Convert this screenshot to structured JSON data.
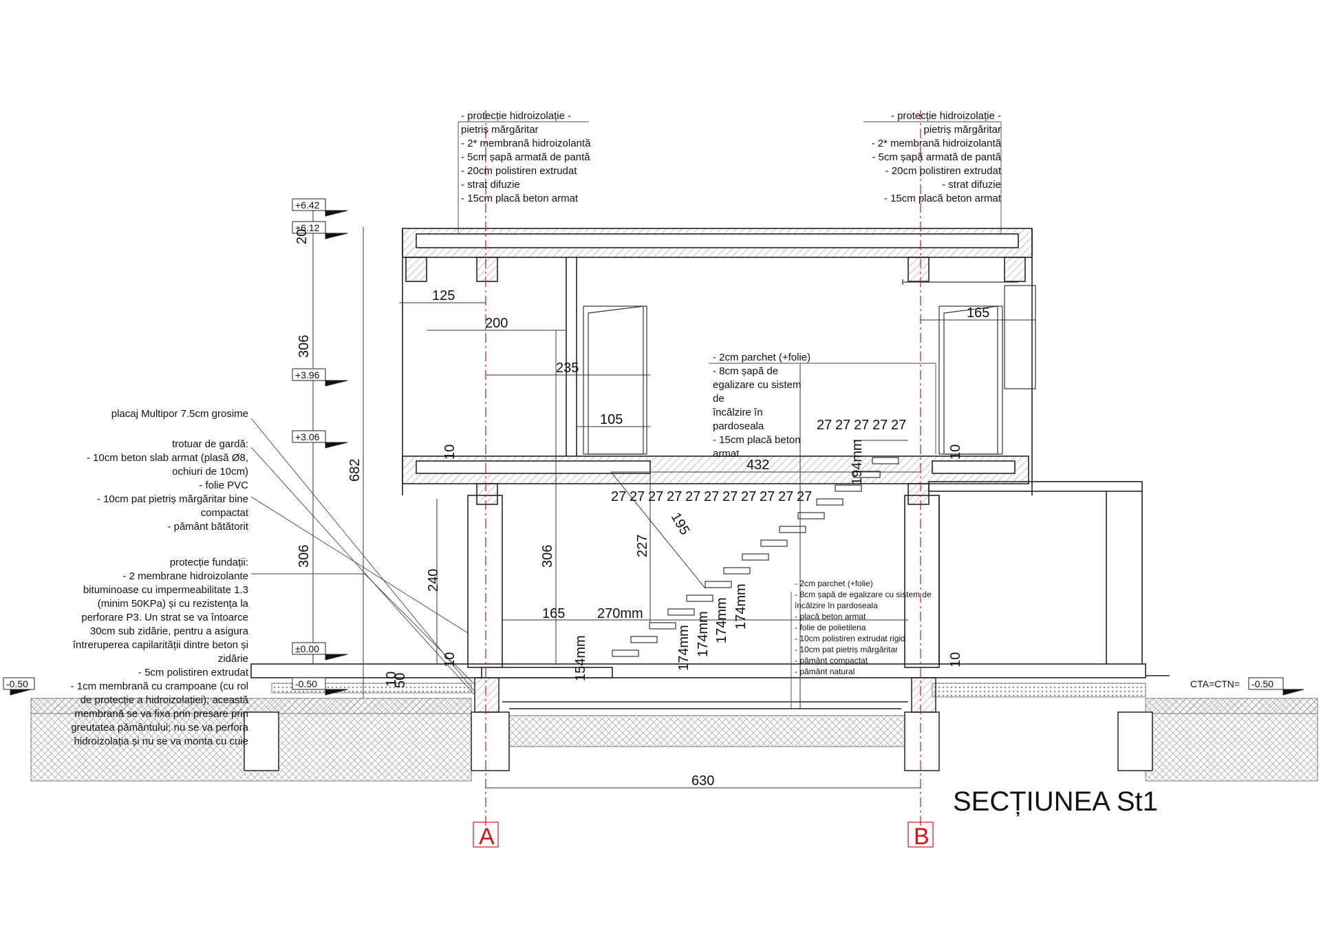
{
  "title": "SECȚIUNEA St1",
  "axes": [
    "A",
    "B"
  ],
  "levels": {
    "l642": "+6.42",
    "l612": "+6.12",
    "l396": "+3.96",
    "l306": "+3.06",
    "l000": "±0.00",
    "l050_left": "-0.50",
    "l050_mid": "-0.50",
    "l050_right": "-0.50",
    "cta": "CTA=CTN="
  },
  "roof_left": [
    "- protecție hidroizolație -",
    "pietriș mărgăritar",
    "- 2* membrană hidroizolantă",
    "- 5cm șapă armată de pantă",
    "- 20cm polistiren extrudat",
    "- strat difuzie",
    "- 15cm placă beton armat"
  ],
  "roof_right": [
    "- protecție hidroizolație -",
    "pietriș mărgăritar",
    "- 2* membrană hidroizolantă",
    "- 5cm șapă armată de pantă",
    "- 20cm polistiren extrudat",
    "- strat difuzie",
    "- 15cm placă beton armat"
  ],
  "floor_upper": [
    "- 2cm parchet (+folie)",
    "- 8cm șapă de",
    "egalizare cu sistem",
    "de",
    "încălzire în",
    "pardoseala",
    "- 15cm placă beton",
    "armat"
  ],
  "floor_ground": [
    "- 2cm parchet (+folie)",
    "- 8cm șapă de egalizare cu sistem de",
    "încălzire în pardoseala",
    "- placă beton armat",
    "- folie de polietilena",
    "- 10cm polistiren extrudat rigid",
    "- 10cm pat pietriș mărgăritar",
    "- pământ compactat",
    "- pământ natural"
  ],
  "multipor": "placaj Multipor 7.5cm grosime",
  "trotuar": [
    "trotuar de gardă:",
    "- 10cm beton slab armat (plasă Ø8,",
    "ochiuri de 10cm)",
    "- folie PVC",
    "- 10cm pat pietriș mărgăritar bine",
    "compactat",
    "- pământ bătătorit"
  ],
  "fundatii": [
    "protecție fundații:",
    "- 2 membrane hidroizolante",
    "bituminoase cu impermeabilitate 1.3",
    "(minim 50KPa) și cu rezistența la",
    "perforare P3. Un strat se va întoarce",
    "30cm sub zidărie, pentru a asigura",
    "întreruperea capilarității dintre beton și",
    "zidărie",
    "- 5cm polistiren extrudat",
    "- 1cm membrană cu crampoane (cu rol",
    "de protecție a hidroizolației); această",
    "membrană se va fixa prin presare prin",
    "greutatea pământului; nu se va perfora",
    "hidroizolația și nu se va monta cu cuie"
  ],
  "dims": {
    "d125": "125",
    "d200": "200",
    "d235": "235",
    "d105": "105",
    "d165a": "165",
    "d432": "432",
    "d165b": "165",
    "d270": "270mm",
    "d630": "630",
    "d306a": "306",
    "d306b": "306",
    "d682": "682",
    "d240": "240",
    "d306c": "306",
    "d227": "227",
    "d195": "195",
    "d20": "20",
    "d10a": "10",
    "d10b": "10",
    "d10c": "10",
    "d10d": "10",
    "d10e": "10",
    "d50": "50",
    "d194": "194mm",
    "d154": "154mm",
    "d174a": "174mm",
    "d174b": "174mm",
    "d174c": "174mm",
    "d174d": "174mm"
  },
  "treads_lower": [
    "27",
    "27",
    "27",
    "27",
    "27",
    "27",
    "27",
    "27",
    "27",
    "27",
    "27"
  ],
  "treads_upper": [
    "27",
    "27",
    "27",
    "27",
    "27"
  ]
}
